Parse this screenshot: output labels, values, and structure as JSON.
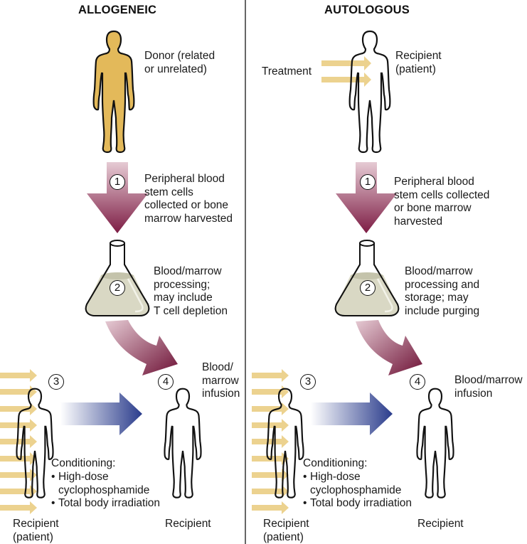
{
  "panels": [
    {
      "title": "ALLOGENEIC",
      "source_label": "Donor (related\nor unrelated)",
      "step1_label": "Peripheral blood\nstem cells\ncollected or bone\nmarrow harvested",
      "step2_label": "Blood/marrow\nprocessing;\nmay include\nT cell depletion",
      "step4_label": "Blood/\nmarrow\ninfusion",
      "conditioning_title": "Conditioning:",
      "conditioning_items": [
        "High-dose\ncyclophosphamide",
        "Total body irradiation"
      ],
      "recipient_patient_label": "Recipient\n(patient)",
      "recipient_label": "Recipient"
    },
    {
      "title": "AUTOLOGOUS",
      "treatment_label": "Treatment",
      "source_label": "Recipient\n(patient)",
      "step1_label": "Peripheral blood\nstem cells collected\nor bone marrow\nharvested",
      "step2_label": "Blood/marrow\nprocessing and\nstorage; may\ninclude purging",
      "step4_label": "Blood/marrow\ninfusion",
      "conditioning_title": "Conditioning:",
      "conditioning_items": [
        "High-dose\ncyclophosphamide",
        "Total body irradiation"
      ],
      "recipient_patient_label": "Recipient\n(patient)",
      "recipient_label": "Recipient"
    }
  ],
  "step_numbers": [
    "1",
    "2",
    "3",
    "4"
  ],
  "bullet": "•",
  "colors": {
    "donor_fill": "#e3b95a",
    "irradiation_arrow": "#ecd28f",
    "harvest_arrow_top": "#dcb8c4",
    "harvest_arrow_bottom": "#7d1c44",
    "transfer_arrow_start": "#ffffff",
    "transfer_arrow_end": "#2a3c8c",
    "flask_liquid": "#d9d8c4",
    "divider": "#666666"
  }
}
